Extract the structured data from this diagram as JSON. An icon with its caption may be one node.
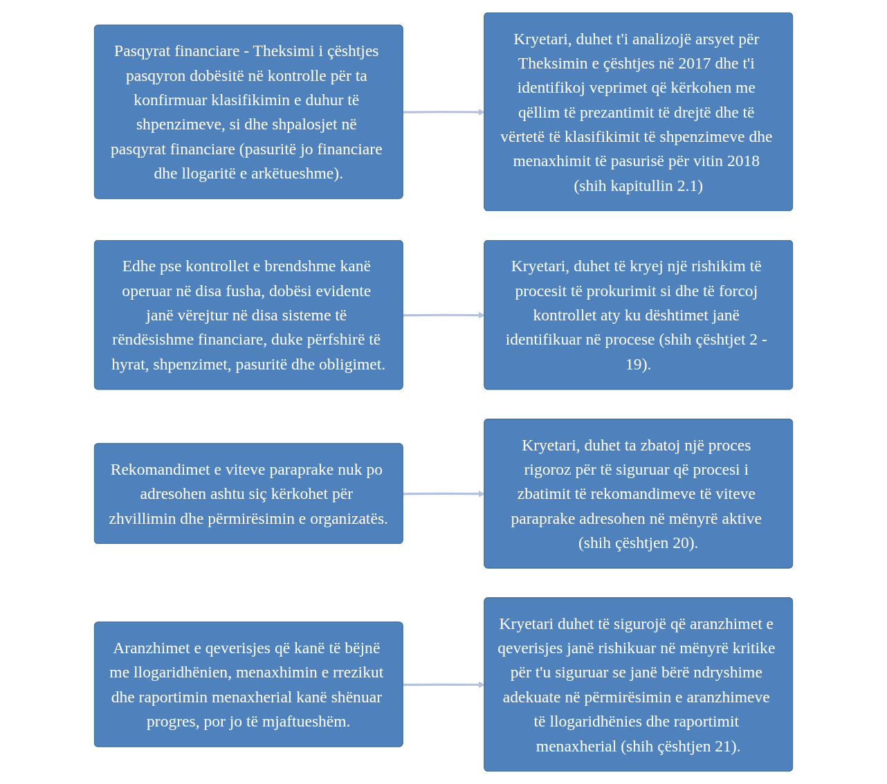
{
  "diagram": {
    "nodes": [
      {
        "text": [
          "Pasqyrat financiare - Theksimi i çështjes pasqyron dobësitë në kontrolle për ta konfirmuar klasifikimin e duhur të shpenzimeve, si dhe shpalosjet në pasqyrat financiare (pasuritë jo financiare dhe llogaritë e arkëtueshme)."
        ]
      },
      {
        "text": [
          "Kryetari, duhet t'i analizojë arsyet për Theksimin e çështjes në 2017 dhe t'i identifikoj veprimet që kërkohen me qëllim të prezantimit të drejtë dhe të vërtetë të klasifikimit të shpenzimeve dhe menaxhimit të pasurisë për vitin 2018 (shih kapitullin 2.1)"
        ]
      },
      {
        "text": [
          "Edhe pse kontrollet e brendshme kanë operuar në disa fusha, dobësi evidente janë vërejtur në disa sisteme të rëndësishme financiare, duke përfshirë të hyrat, shpenzimet, pasuritë dhe obligimet."
        ]
      },
      {
        "text": [
          "Kryetari, duhet të kryej një rishikim të procesit të prokurimit si dhe të forcoj kontrollet aty ku dështimet janë identifikuar në procese (shih çështjet 2 - 19)."
        ]
      },
      {
        "text": [
          "Rekomandimet e viteve paraprake nuk po adresohen ashtu siç kërkohet për zhvillimin dhe përmirësimin e organizatës."
        ]
      },
      {
        "text": [
          "Kryetari, duhet ta zbatoj një proces rigoroz për të siguruar që procesi i zbatimit të rekomandimeve të viteve paraprake adresohen në mënyrë aktive (shih çështjen 20)."
        ]
      },
      {
        "text": [
          "Aranzhimet e qeverisjes që kanë të bëjnë me llogaridhënien, menaxhimin e rrezikut dhe raportimin menaxherial kanë shënuar progres, por jo të mjaftueshëm."
        ]
      },
      {
        "text": [
          "Kryetari duhet të sigurojë që aranzhimet e qeverisjes janë rishikuar në mënyrë kritike për t'u siguruar se janë bërë ndryshime adekuate në përmirësimin e aranzhimeve të llogaridhënies dhe raportimit menaxherial (shih çështjen 21)."
        ]
      }
    ],
    "edges": [
      {
        "from": 0,
        "to": 1,
        "arrow": "to"
      },
      {
        "from": 2,
        "to": 3,
        "arrow": "to"
      },
      {
        "from": 4,
        "to": 5,
        "arrow": "to"
      },
      {
        "from": 6,
        "to": 7,
        "arrow": "to"
      }
    ]
  }
}
